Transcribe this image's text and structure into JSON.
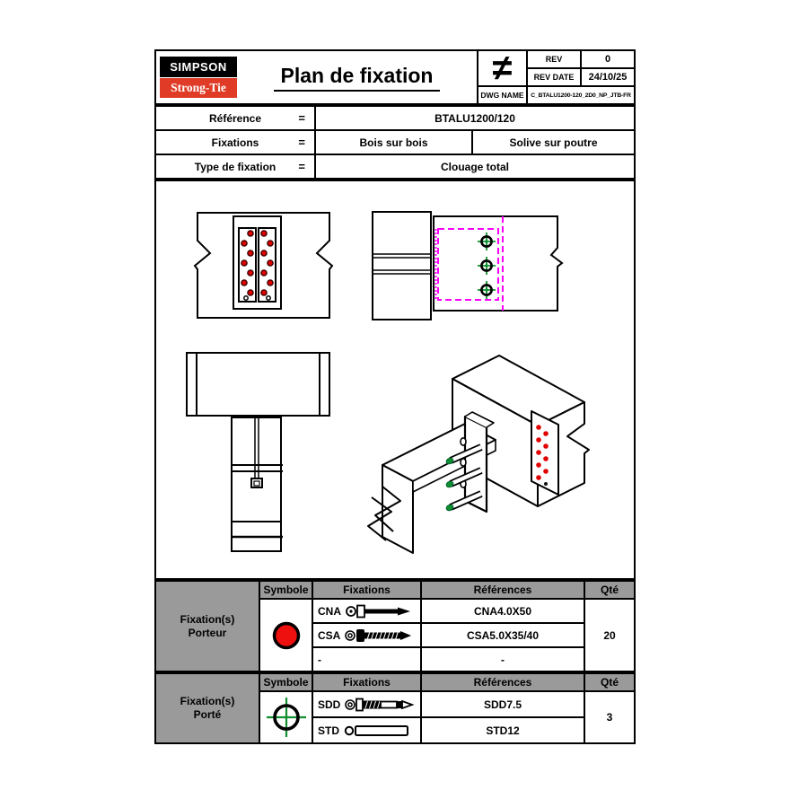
{
  "logo": {
    "top": "SIMPSON",
    "bottom": "Strong-Tie"
  },
  "title_block": {
    "title": "Plan de fixation",
    "symbol": "≠",
    "rev_label": "REV",
    "rev_value": "0",
    "rev_date_label": "REV DATE",
    "rev_date_value": "24/10/25",
    "dwg_name_label": "DWG NAME",
    "dwg_name_value": "C_BTALU1200-120_2D0_NP_JTB-FR"
  },
  "info": {
    "equals": "=",
    "reference_label": "Référence",
    "reference_value": "BTALU1200/120",
    "fixations_label": "Fixations",
    "fixations_value_left": "Bois sur bois",
    "fixations_value_right": "Solive sur poutre",
    "type_label": "Type de fixation",
    "type_value": "Clouage total"
  },
  "legend": {
    "col_headers": {
      "symbole": "Symbole",
      "fixations": "Fixations",
      "references": "Références",
      "qty": "Qté"
    },
    "porteur": {
      "title_line1": "Fixation(s)",
      "title_line2": "Porteur",
      "qty": "20",
      "rows": [
        {
          "code": "CNA",
          "reference": "CNA4.0X50"
        },
        {
          "code": "CSA",
          "reference": "CSA5.0X35/40"
        },
        {
          "code": "-",
          "reference": "-"
        }
      ]
    },
    "porte": {
      "title_line1": "Fixation(s)",
      "title_line2": "Porté",
      "qty": "3",
      "rows": [
        {
          "code": "SDD",
          "reference": "SDD7.5"
        },
        {
          "code": "STD",
          "reference": "STD12"
        }
      ]
    }
  },
  "colors": {
    "logo_red": "#df3b26",
    "symbol_red": "#ee0f0f",
    "hole_red": "#e00000",
    "magenta": "#ff00ff",
    "screw_green": "#0f8f2f",
    "header_gray": "#9a9a9a"
  }
}
